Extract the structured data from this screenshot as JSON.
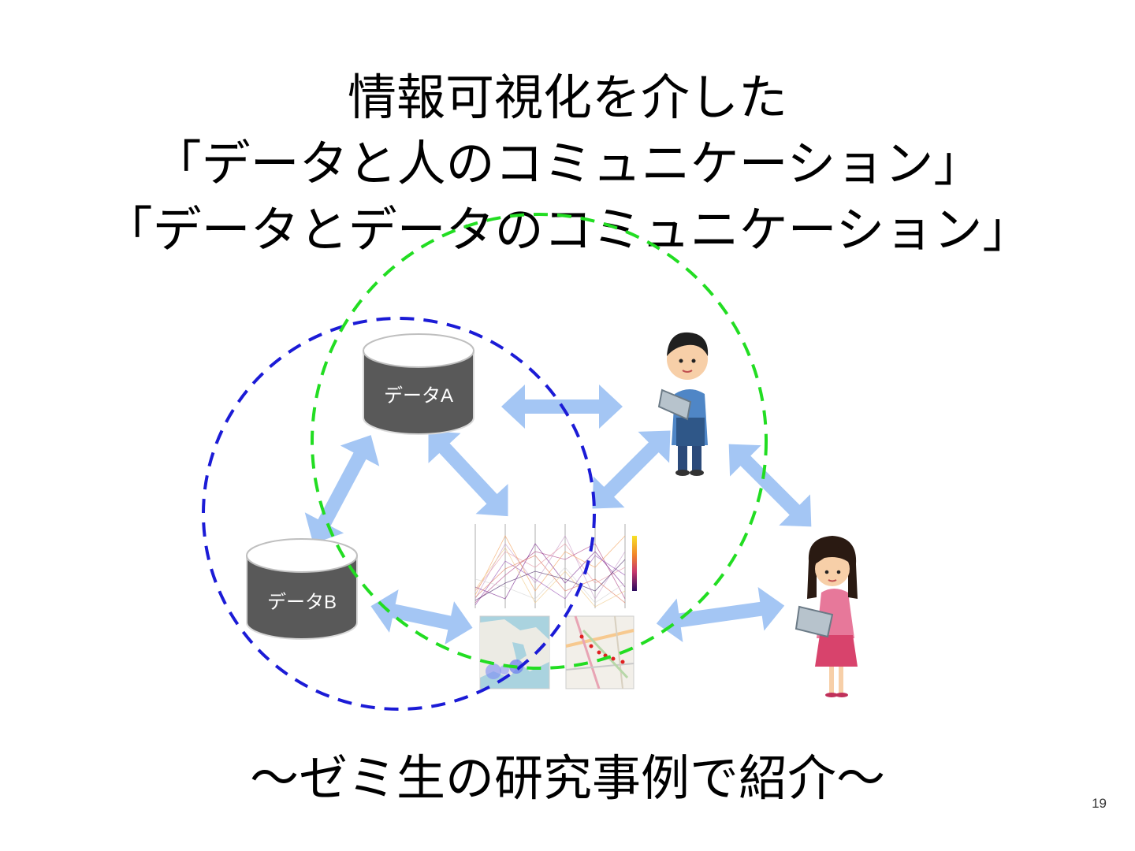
{
  "slide": {
    "title_lines": [
      "情報可視化を介した",
      "「データと人のコミュニケーション」",
      "「データとデータのコミュニケーション」"
    ],
    "footer": "～ゼミ生の研究事例で紹介～",
    "page_number": "19"
  },
  "diagram": {
    "databases": [
      {
        "label": "データA"
      },
      {
        "label": "データB"
      }
    ],
    "colors": {
      "arrow": "#a4c6f4",
      "circle_data_data": "#1b1bd6",
      "circle_data_human": "#22dd22",
      "database_fill": "#595959",
      "database_top": "#ffffff"
    }
  }
}
